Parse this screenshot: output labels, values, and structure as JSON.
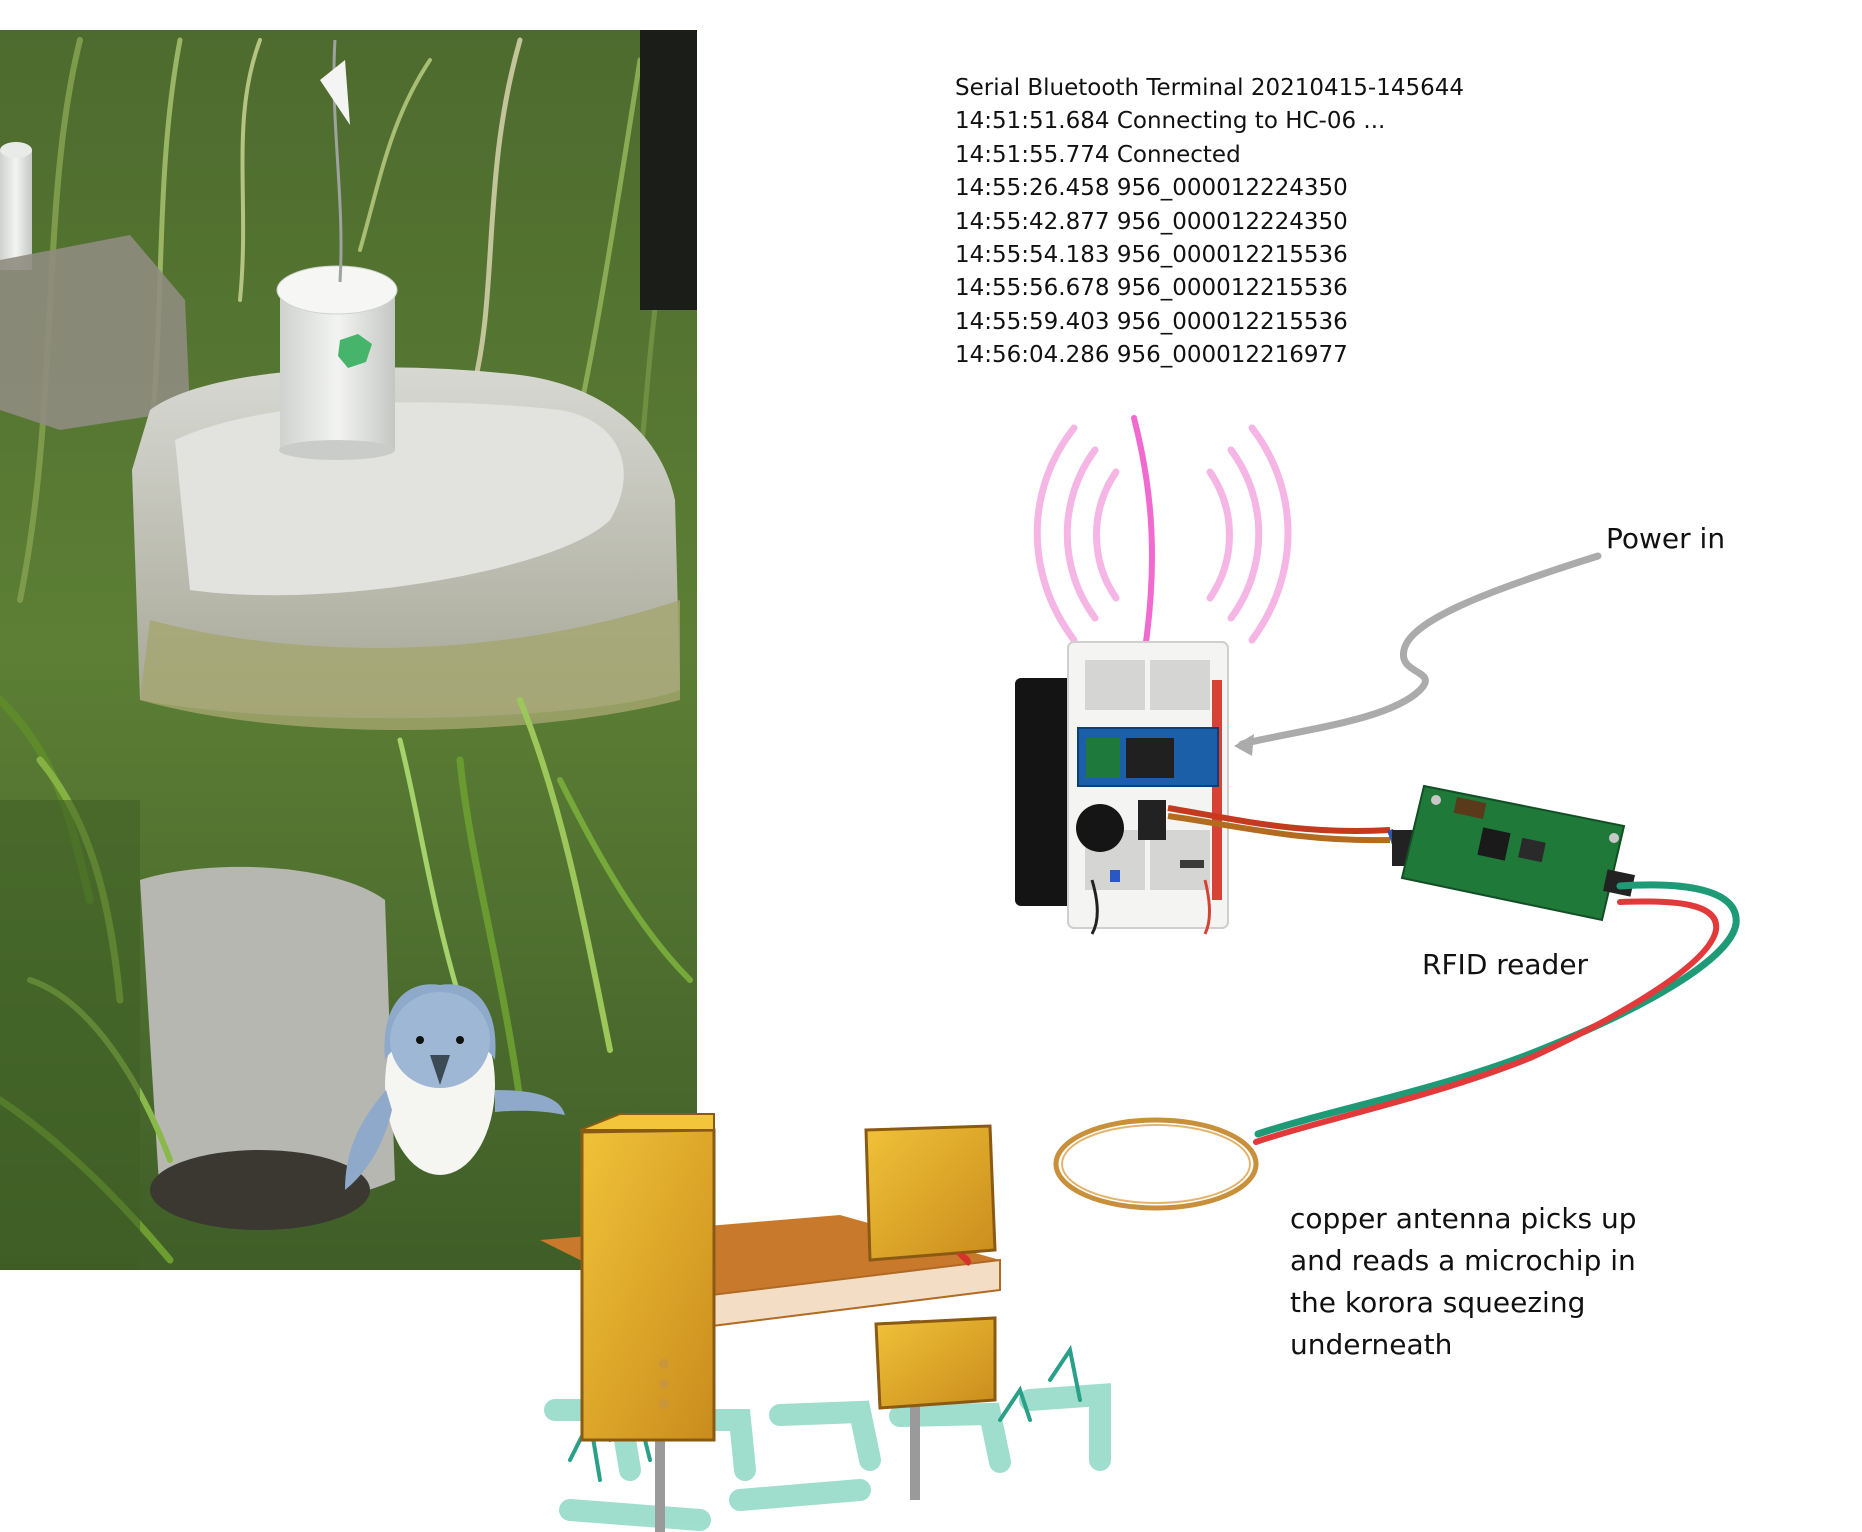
{
  "terminal": {
    "lines": [
      "Serial Bluetooth Terminal 20210415-145644",
      "14:51:51.684 Connecting to HC-06 ...",
      "14:51:55.774 Connected",
      "14:55:26.458 956_000012224350",
      "14:55:42.877 956_000012224350",
      "14:55:54.183 956_000012215536",
      "14:55:56.678 956_000012215536",
      "14:55:59.403 956_000012215536",
      "14:56:04.286 956_000012216977"
    ]
  },
  "labels": {
    "power_in": "Power in",
    "rfid_reader": "RFID reader",
    "caption_lines": [
      "copper antenna picks up",
      "and reads a microchip in",
      "the korora squeezing",
      "underneath"
    ]
  },
  "colors": {
    "signal": "#f080d0",
    "arrow": "#a8a8a8",
    "pcb": "#1f7a3a",
    "breadboard": "#f4f4f2",
    "wire_red": "#e23a3a",
    "wire_green": "#1e9a76",
    "copper": "#c8903a",
    "wood": "#e0a82a",
    "grass": "#8fd9c4"
  }
}
